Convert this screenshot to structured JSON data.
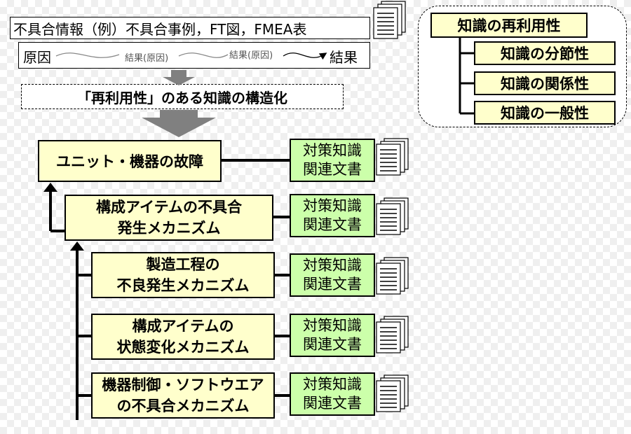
{
  "header": {
    "title": "不具合情報（例）不具合事例，FT図，FMEA表",
    "cause": "原因",
    "result_cause_1": "結果(原因)",
    "result_cause_2": "結果(原因)",
    "result": "結果"
  },
  "structuring": "「再利用性」のある知識の構造化",
  "reuse": {
    "title": "知識の再利用性",
    "items": [
      "知識の分節性",
      "知識の関係性",
      "知識の一般性"
    ]
  },
  "hierarchy": [
    {
      "line1": "ユニット・機器の故障",
      "line2": ""
    },
    {
      "line1": "構成アイテムの不具合",
      "line2": "発生メカニズム"
    },
    {
      "line1": "製造工程の",
      "line2": "不良発生メカニズム"
    },
    {
      "line1": "構成アイテムの",
      "line2": "状態変化メカニズム"
    },
    {
      "line1": "機器制御・ソフトウエア",
      "line2": "の不具合メカニズム"
    }
  ],
  "doc_label": {
    "line1": "対策知識",
    "line2": "関連文書"
  },
  "colors": {
    "box_fill": "#ffffcc",
    "doc_fill": "#ccffaa",
    "arrow_gray": "#808080"
  }
}
